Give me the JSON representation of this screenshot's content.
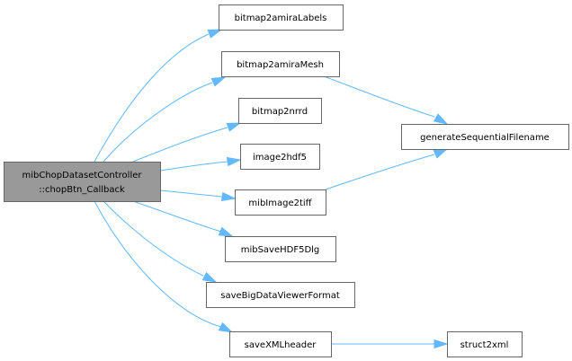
{
  "diagram": {
    "type": "call-graph",
    "colors": {
      "edge": "#63b8ff",
      "root_fill": "#999999",
      "node_fill": "#ffffff",
      "border": "#666666"
    },
    "nodes": [
      {
        "id": "root",
        "lines": [
          "mibChopDatasetController",
          "::chopBtn_Callback"
        ],
        "root": true
      },
      {
        "id": "bitmap2amiraLabels",
        "lines": [
          "bitmap2amiraLabels"
        ]
      },
      {
        "id": "bitmap2amiraMesh",
        "lines": [
          "bitmap2amiraMesh"
        ]
      },
      {
        "id": "bitmap2nrrd",
        "lines": [
          "bitmap2nrrd"
        ]
      },
      {
        "id": "image2hdf5",
        "lines": [
          "image2hdf5"
        ]
      },
      {
        "id": "mibImage2tiff",
        "lines": [
          "mibImage2tiff"
        ]
      },
      {
        "id": "mibSaveHDF5Dlg",
        "lines": [
          "mibSaveHDF5Dlg"
        ]
      },
      {
        "id": "saveBigDataViewerFormat",
        "lines": [
          "saveBigDataViewerFormat"
        ]
      },
      {
        "id": "saveXMLheader",
        "lines": [
          "saveXMLheader"
        ]
      },
      {
        "id": "generateSequentialFilename",
        "lines": [
          "generateSequentialFilename"
        ]
      },
      {
        "id": "struct2xml",
        "lines": [
          "struct2xml"
        ]
      }
    ],
    "edges": [
      {
        "from": "root",
        "to": "bitmap2amiraLabels"
      },
      {
        "from": "root",
        "to": "bitmap2amiraMesh"
      },
      {
        "from": "root",
        "to": "bitmap2nrrd"
      },
      {
        "from": "root",
        "to": "image2hdf5"
      },
      {
        "from": "root",
        "to": "mibImage2tiff"
      },
      {
        "from": "root",
        "to": "mibSaveHDF5Dlg"
      },
      {
        "from": "root",
        "to": "saveBigDataViewerFormat"
      },
      {
        "from": "root",
        "to": "saveXMLheader"
      },
      {
        "from": "bitmap2amiraMesh",
        "to": "generateSequentialFilename"
      },
      {
        "from": "mibImage2tiff",
        "to": "generateSequentialFilename"
      },
      {
        "from": "saveXMLheader",
        "to": "struct2xml"
      }
    ]
  }
}
